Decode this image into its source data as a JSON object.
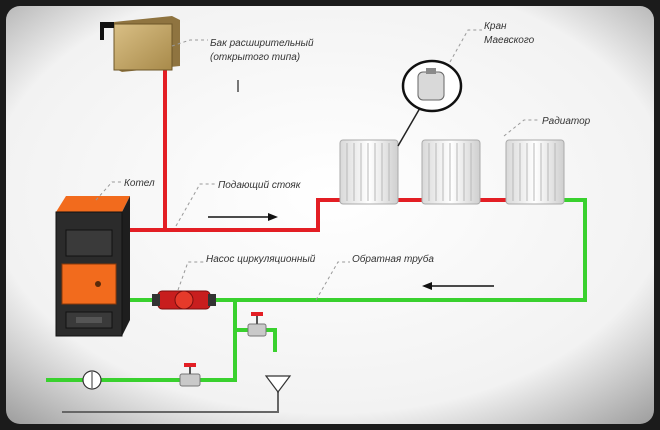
{
  "labels": {
    "tank_line1": "Бак расширительный",
    "tank_line2": "(открытого типа)",
    "valve_line1": "Кран",
    "valve_line2": "Маевского",
    "radiator": "Радиатор",
    "boiler": "Котел",
    "supply_riser": "Подающий стояк",
    "pump": "Насос циркуляционный",
    "return_pipe": "Обратная труба"
  },
  "colors": {
    "supply": "#e31e24",
    "return": "#39d12e",
    "boiler_body": "#2b2b2b",
    "boiler_accent": "#f26b1d",
    "tank": "#c7a867",
    "radiator": "#f3f3f3"
  },
  "icons": [
    "expansion-tank-icon",
    "boiler-icon",
    "pump-icon",
    "radiator-icon",
    "mayevsky-valve-icon",
    "ball-valve-icon",
    "flow-meter-icon",
    "drain-funnel-icon",
    "flow-arrow-icon"
  ]
}
